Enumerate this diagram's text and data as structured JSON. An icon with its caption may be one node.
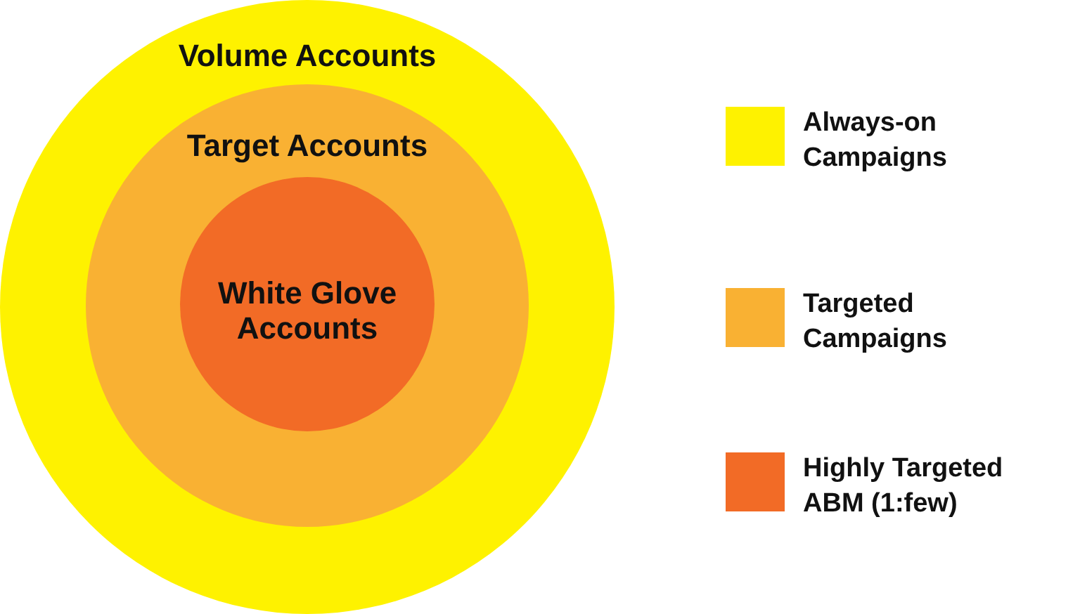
{
  "diagram": {
    "nodes": [
      {
        "text": [
          "Volume Accounts"
        ]
      },
      {
        "text": [
          "Target Accounts"
        ],
        "in": 0
      },
      {
        "text": [
          "White Glove Accounts"
        ],
        "in": 1
      }
    ],
    "legend": [
      {
        "text": "Always-on Campaigns",
        "color": "#fef200"
      },
      {
        "text": "Targeted Campaigns",
        "color": "#f9b133"
      },
      {
        "text": "Highly Targeted ABM (1:few)",
        "color": "#f26b26"
      }
    ]
  }
}
